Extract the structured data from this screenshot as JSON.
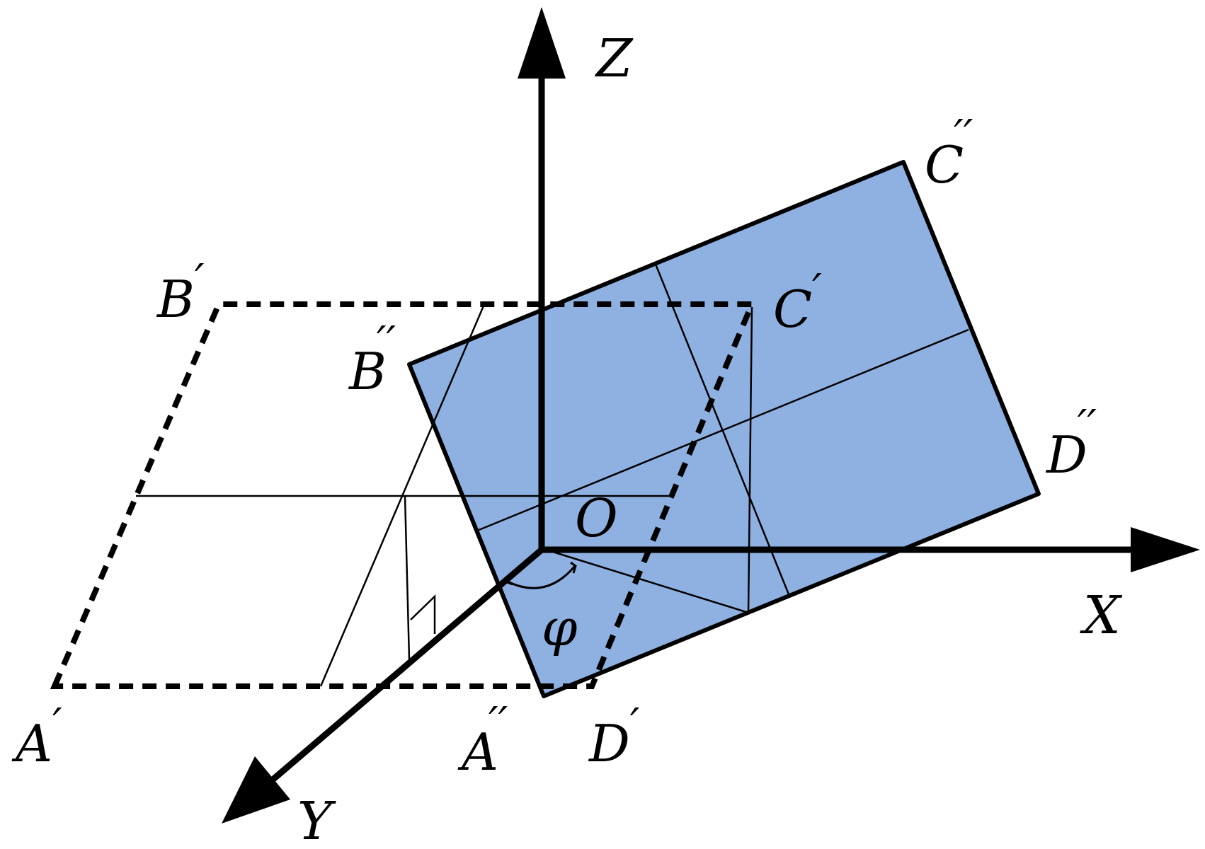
{
  "colors": {
    "plane_fill": "#8eb1e2",
    "line": "#000000",
    "background": "#ffffff"
  },
  "axes": {
    "x": "X",
    "y": "Y",
    "z": "Z",
    "origin": "O"
  },
  "points": {
    "a_prime": "A",
    "b_prime": "B",
    "c_prime": "C",
    "d_prime": "D",
    "a_dprime": "A",
    "b_dprime": "B",
    "c_dprime": "C",
    "d_dprime": "D"
  },
  "marks": {
    "prime": "′",
    "double_prime": "′′"
  },
  "angle": "φ"
}
